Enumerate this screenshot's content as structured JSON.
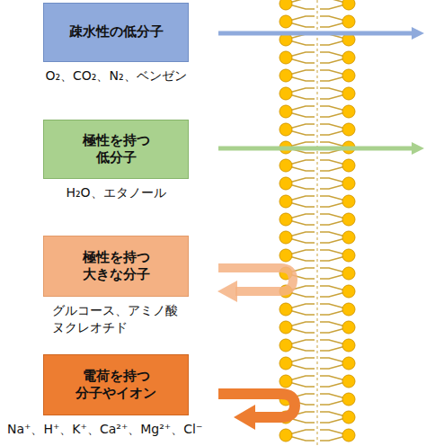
{
  "diagram": {
    "nodes": [
      {
        "text": [
          "疎水性の低分子",
          "O₂、CO₂、N₂、ベンゼン"
        ]
      },
      {
        "text": [
          "極性を持つ 低分子",
          "H₂O、エタノール"
        ]
      },
      {
        "text": [
          "極性を持つ 大きな分子",
          "グルコース、アミノ酸 ヌクレオチド"
        ]
      },
      {
        "text": [
          "電荷を持つ 分子やイオン",
          "Na⁺、H⁺、K⁺、Ca²⁺、Mg²⁺、Cl⁻"
        ]
      }
    ]
  }
}
